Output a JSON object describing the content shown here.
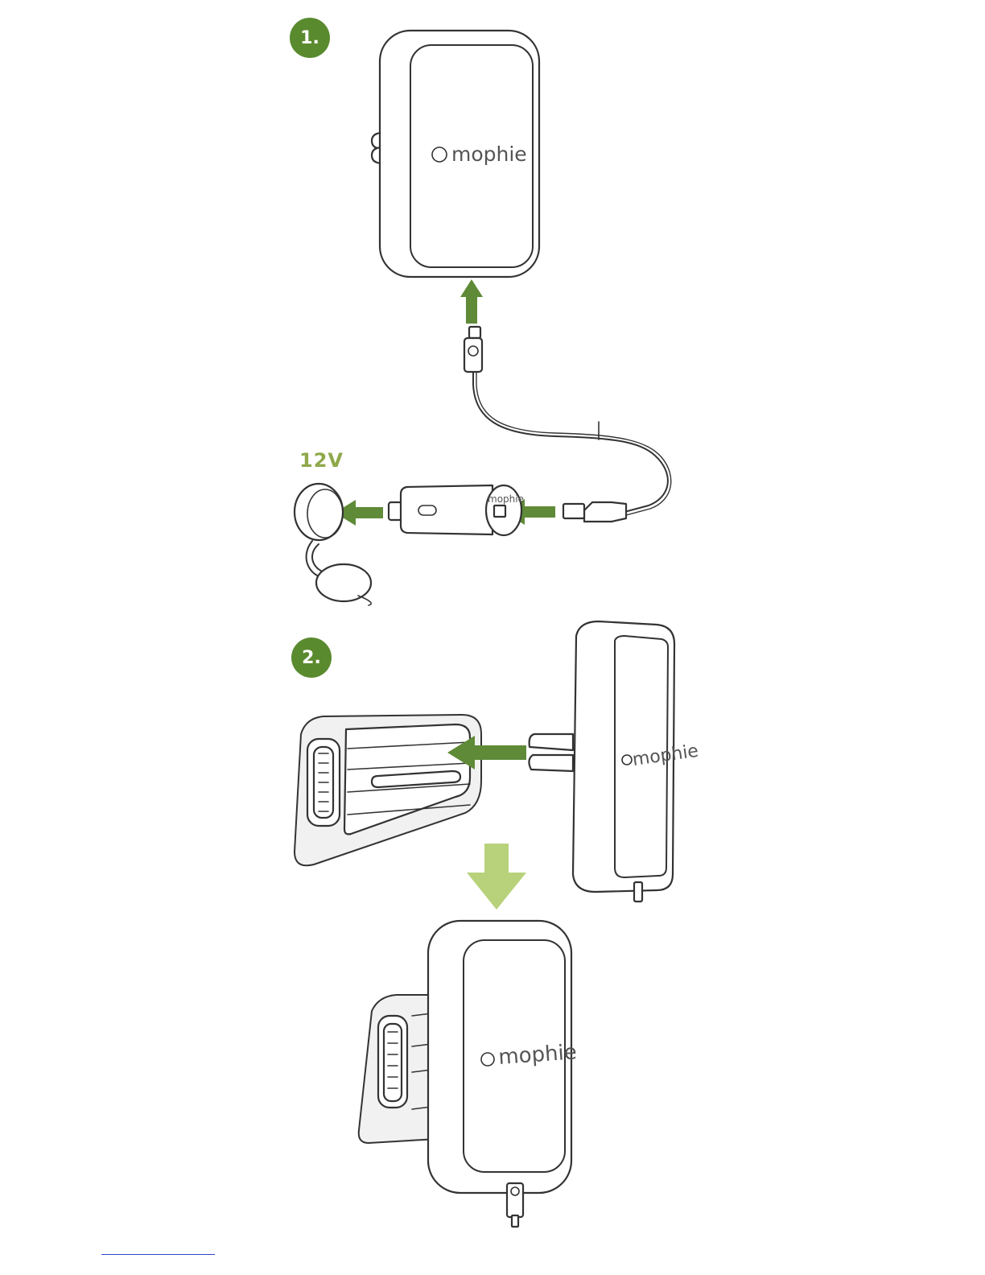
{
  "steps": [
    {
      "badge": "1."
    },
    {
      "badge": "2."
    }
  ],
  "step1": {
    "voltage_label": "12V",
    "charger_brand": "mophie",
    "adapter_brand": "mophie"
  },
  "step2": {
    "mount_brand": "mophie",
    "mounted_brand": "mophie"
  },
  "colors": {
    "accent": "#5f8a37",
    "accent_light": "#b7d27a",
    "voltage": "#8fa84a"
  }
}
